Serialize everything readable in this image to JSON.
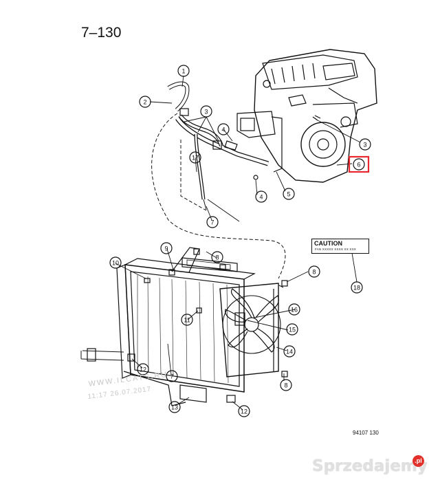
{
  "page_number": "7–130",
  "figure_code": "94107  130",
  "caution_label": {
    "title": "CAUTION",
    "text": "FAN XXXXX XXXX XX XXX"
  },
  "watermark": {
    "line1": "WWW.ILCATS.RU",
    "line2": "11:17 26.07.2017"
  },
  "branding": {
    "site": "Sprzedajemy",
    "badge": ".pl"
  },
  "highlight_color": "#e8262e",
  "callouts": [
    "1",
    "2",
    "3",
    "3",
    "3",
    "4",
    "4",
    "5",
    "6",
    "7",
    "7",
    "8",
    "8",
    "8",
    "9",
    "10",
    "11",
    "12",
    "12",
    "13",
    "14",
    "15",
    "16",
    "17",
    "18"
  ]
}
